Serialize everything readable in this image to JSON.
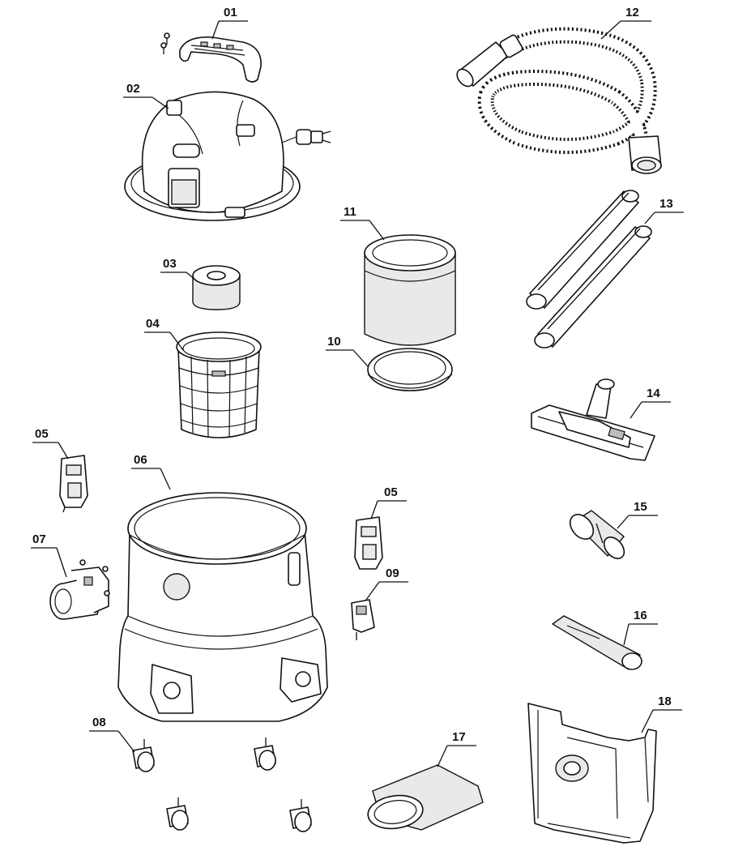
{
  "diagram": {
    "type": "exploded-parts-view",
    "parts": [
      {
        "number": "01"
      },
      {
        "number": "02"
      },
      {
        "number": "03"
      },
      {
        "number": "04"
      },
      {
        "number": "05"
      },
      {
        "number": "05"
      },
      {
        "number": "06"
      },
      {
        "number": "07"
      },
      {
        "number": "08"
      },
      {
        "number": "09"
      },
      {
        "number": "10"
      },
      {
        "number": "11"
      },
      {
        "number": "12"
      },
      {
        "number": "13"
      },
      {
        "number": "14"
      },
      {
        "number": "15"
      },
      {
        "number": "16"
      },
      {
        "number": "17"
      },
      {
        "number": "18"
      }
    ]
  }
}
